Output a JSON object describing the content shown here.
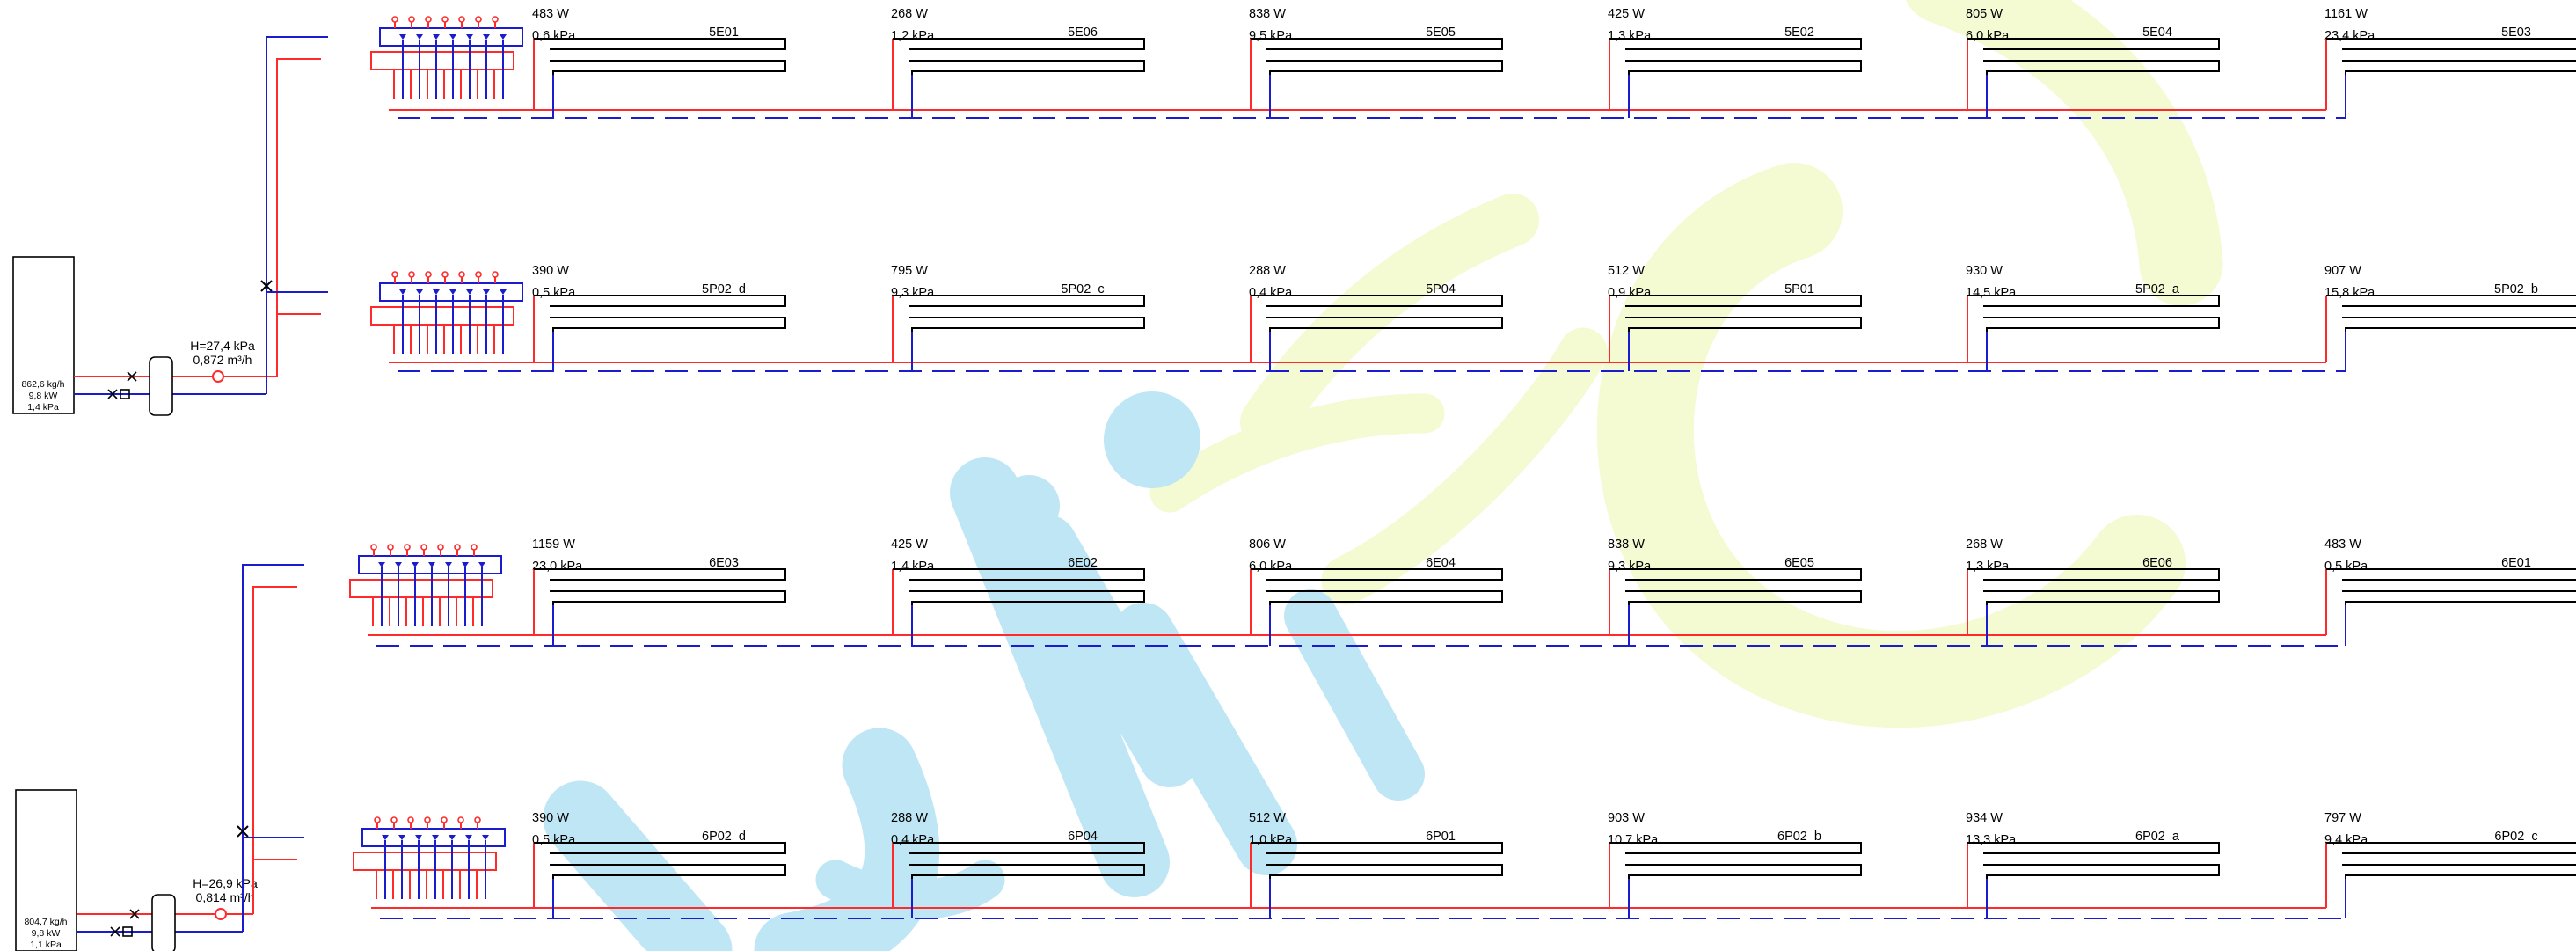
{
  "colors": {
    "supply": "#ff2a2a",
    "return": "#1c1ccf",
    "loop": "#000000",
    "watermark_blue": "#bfe6f5",
    "watermark_green": "#f4fad2"
  },
  "watermark": {
    "icon": "logo-watermark-icon"
  },
  "floors": [
    {
      "id": "floor-5",
      "source": {
        "flow": "862,6 kg/h",
        "power": "9,8 kW",
        "pressure": "1,4 kPa"
      },
      "pump": {
        "head": "H=27,4 kPa",
        "flow": "0,872 m³/h"
      },
      "rows": [
        {
          "loops": [
            {
              "power": "483 W",
              "dp": "0,6 kPa",
              "name": "5E01"
            },
            {
              "power": "268 W",
              "dp": "1,2 kPa",
              "name": "5E06"
            },
            {
              "power": "838 W",
              "dp": "9,5 kPa",
              "name": "5E05"
            },
            {
              "power": "425 W",
              "dp": "1,3 kPa",
              "name": "5E02"
            },
            {
              "power": "805 W",
              "dp": "6,0 kPa",
              "name": "5E04"
            },
            {
              "power": "1161 W",
              "dp": "23,4 kPa",
              "name": "5E03"
            }
          ]
        },
        {
          "loops": [
            {
              "power": "390 W",
              "dp": "0,5 kPa",
              "name": "5P02_d"
            },
            {
              "power": "795 W",
              "dp": "9,3 kPa",
              "name": "5P02_c"
            },
            {
              "power": "288 W",
              "dp": "0,4 kPa",
              "name": "5P04"
            },
            {
              "power": "512 W",
              "dp": "0,9 kPa",
              "name": "5P01"
            },
            {
              "power": "930 W",
              "dp": "14,5 kPa",
              "name": "5P02_a"
            },
            {
              "power": "907 W",
              "dp": "15,8 kPa",
              "name": "5P02_b"
            }
          ]
        }
      ]
    },
    {
      "id": "floor-6",
      "source": {
        "flow": "804,7 kg/h",
        "power": "9,8 kW",
        "pressure": "1,1 kPa"
      },
      "pump": {
        "head": "H=26,9 kPa",
        "flow": "0,814 m³/h"
      },
      "rows": [
        {
          "loops": [
            {
              "power": "1159 W",
              "dp": "23,0 kPa",
              "name": "6E03"
            },
            {
              "power": "425 W",
              "dp": "1,4 kPa",
              "name": "6E02"
            },
            {
              "power": "806 W",
              "dp": "6,0 kPa",
              "name": "6E04"
            },
            {
              "power": "838 W",
              "dp": "9,3 kPa",
              "name": "6E05"
            },
            {
              "power": "268 W",
              "dp": "1,3 kPa",
              "name": "6E06"
            },
            {
              "power": "483 W",
              "dp": "0,5 kPa",
              "name": "6E01"
            }
          ]
        },
        {
          "loops": [
            {
              "power": "390 W",
              "dp": "0,5 kPa",
              "name": "6P02_d"
            },
            {
              "power": "288 W",
              "dp": "0,4 kPa",
              "name": "6P04"
            },
            {
              "power": "512 W",
              "dp": "1,0 kPa",
              "name": "6P01"
            },
            {
              "power": "903 W",
              "dp": "10,7 kPa",
              "name": "6P02_b"
            },
            {
              "power": "934 W",
              "dp": "13,3 kPa",
              "name": "6P02_a"
            },
            {
              "power": "797 W",
              "dp": "9,4 kPa",
              "name": "6P02_c"
            }
          ]
        }
      ]
    }
  ]
}
